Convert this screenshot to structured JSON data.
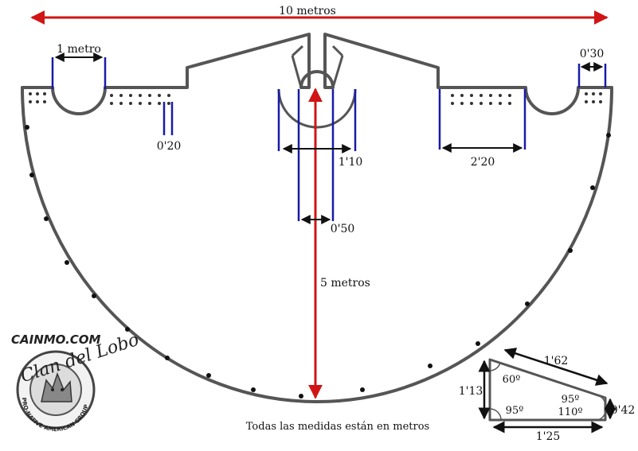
{
  "colors": {
    "outline": "#555555",
    "red": "#d11414",
    "blue": "#1a1aa8",
    "black": "#111111"
  },
  "dimensions": {
    "width_total": "10 metros",
    "half_circle": "1 metro",
    "right_gap": "0'30",
    "hole_spacing": "0'20",
    "center_width": "1'10",
    "center_slot": "0'50",
    "right_section": "2'20",
    "radius": "5 metros"
  },
  "triangle": {
    "top_edge": "1'62",
    "left_edge": "1'13",
    "right_edge": "0'42",
    "bottom_edge": "1'25",
    "angle_top_left": "60º",
    "angle_bottom_left": "95º",
    "angle_top_right": "95º",
    "angle_bottom_right": "110º"
  },
  "note": "Todas las medidas están en metros",
  "logo": {
    "site": "CAINMO.COM",
    "name": "Clan del Lobo",
    "ring_text": "PRO-NATIVE AMERICAN GROUP"
  }
}
